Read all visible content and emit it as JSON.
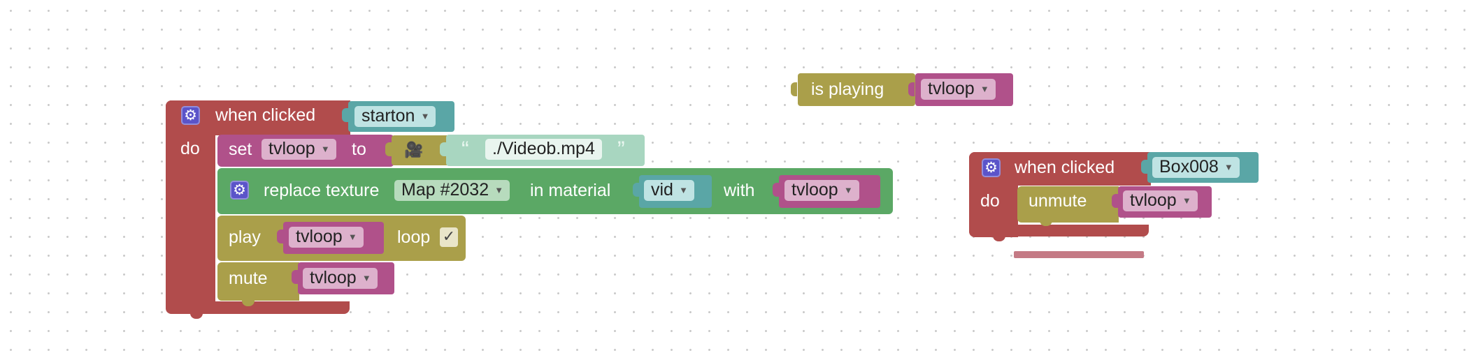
{
  "canvas": {
    "background": "#ffffff",
    "grid_dot_color": "#c9c9c9"
  },
  "colors": {
    "event_red": "#b14c4c",
    "media_olive": "#aa9f4a",
    "variable_pink": "#b0518a",
    "texture_green": "#5ba865",
    "object_teal": "#5aa6a6",
    "string_mint": "#a8d6c0",
    "gear_purple": "#5b54c9"
  },
  "block_stack_1": {
    "event_label": "when clicked",
    "event_target": "starton",
    "do_label": "do",
    "set_label": "set",
    "set_var": "tvloop",
    "to_label": "to",
    "video_icon": "film-camera-icon",
    "quote_open": "“",
    "string_value": "./Videob.mp4",
    "quote_close": "”",
    "replace_label": "replace texture",
    "texture_map": "Map #2032",
    "in_material_label": "in material",
    "material": "vid",
    "with_label": "with",
    "with_var": "tvloop",
    "play_label": "play",
    "play_var": "tvloop",
    "loop_label": "loop",
    "loop_check": "✓",
    "mute_label": "mute",
    "mute_var": "tvloop"
  },
  "floating_block": {
    "label": "is playing",
    "var": "tvloop"
  },
  "block_stack_2": {
    "event_label": "when clicked",
    "event_target": "Box008",
    "do_label": "do",
    "unmute_label": "unmute",
    "unmute_var": "tvloop"
  }
}
